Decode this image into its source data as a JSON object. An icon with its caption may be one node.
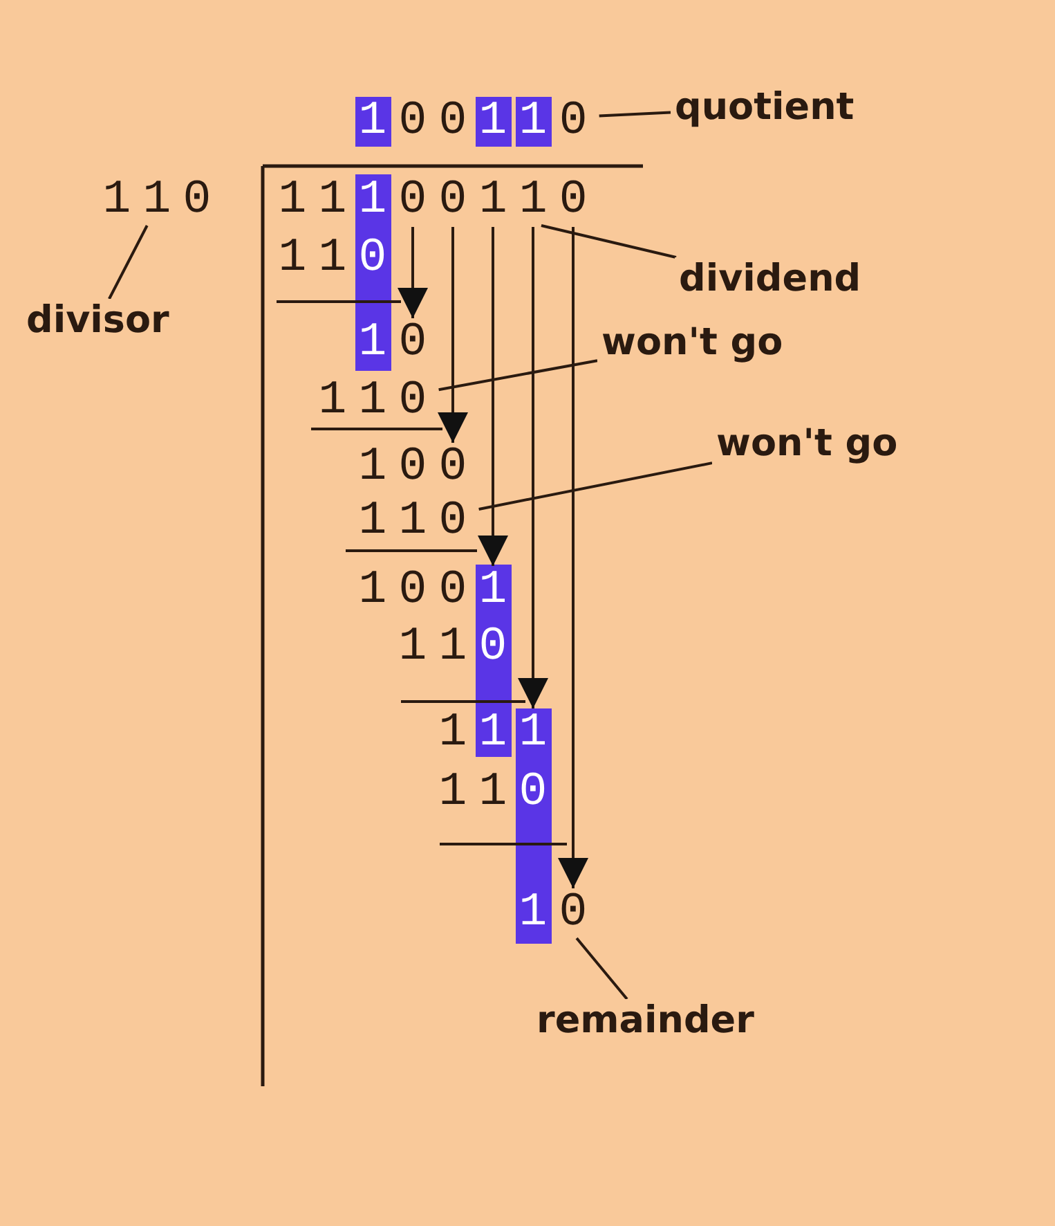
{
  "diagram": {
    "nodes": [
      {
        "text": [
          "100110"
        ]
      },
      {
        "text": [
          "quotient"
        ]
      },
      {
        "text": [
          "110"
        ]
      },
      {
        "text": [
          "11100110"
        ]
      },
      {
        "text": [
          "110"
        ]
      },
      {
        "text": [
          "dividend"
        ]
      },
      {
        "text": [
          "divisor"
        ]
      },
      {
        "text": [
          "10"
        ]
      },
      {
        "text": [
          "won't go"
        ]
      },
      {
        "text": [
          "110"
        ]
      },
      {
        "text": [
          "100"
        ]
      },
      {
        "text": [
          "won't go"
        ]
      },
      {
        "text": [
          "110"
        ]
      },
      {
        "text": [
          "1001"
        ]
      },
      {
        "text": [
          "110"
        ]
      },
      {
        "text": [
          "111"
        ]
      },
      {
        "text": [
          "110"
        ]
      },
      {
        "text": [
          "10"
        ]
      },
      {
        "text": [
          "remainder"
        ]
      }
    ],
    "edges": [
      {
        "from": 1,
        "to": 0,
        "arrow": "none"
      },
      {
        "from": 5,
        "to": 3,
        "arrow": "none"
      },
      {
        "from": 6,
        "to": 2,
        "arrow": "none"
      },
      {
        "from": 8,
        "to": 9,
        "arrow": "none"
      },
      {
        "from": 11,
        "to": 12,
        "arrow": "none"
      },
      {
        "from": 18,
        "to": 17,
        "arrow": "none"
      },
      {
        "from": 3,
        "to": 7,
        "arrow": "to"
      },
      {
        "from": 3,
        "to": 10,
        "arrow": "to"
      },
      {
        "from": 3,
        "to": 13,
        "arrow": "to"
      },
      {
        "from": 3,
        "to": 15,
        "arrow": "to"
      },
      {
        "from": 3,
        "to": 17,
        "arrow": "to"
      }
    ]
  }
}
